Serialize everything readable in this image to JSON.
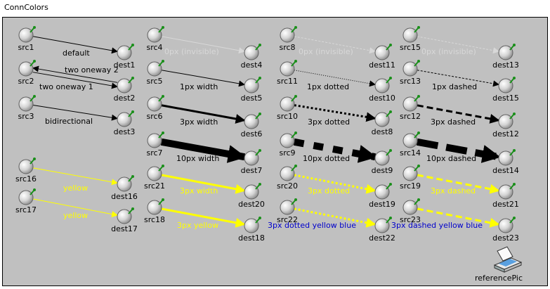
{
  "window": {
    "title": "ConnColors"
  },
  "colors": {
    "canvas_bg": "#c0c0c0",
    "black": "#000000",
    "yellow": "#ffff00",
    "blue": "#0000cc",
    "faint": "#d8d8d8"
  },
  "nodes": [
    {
      "id": "src1",
      "label": "src1"
    },
    {
      "id": "dest1",
      "label": "dest1"
    },
    {
      "id": "src2",
      "label": "src2"
    },
    {
      "id": "dest2",
      "label": "dest2"
    },
    {
      "id": "src3",
      "label": "src3"
    },
    {
      "id": "dest3",
      "label": "dest3"
    },
    {
      "id": "src16",
      "label": "src16"
    },
    {
      "id": "dest16",
      "label": "dest16"
    },
    {
      "id": "src17",
      "label": "src17"
    },
    {
      "id": "dest17",
      "label": "dest17"
    },
    {
      "id": "src4",
      "label": "src4"
    },
    {
      "id": "dest4",
      "label": "dest4"
    },
    {
      "id": "src5",
      "label": "src5"
    },
    {
      "id": "dest5",
      "label": "dest5"
    },
    {
      "id": "src6",
      "label": "src6"
    },
    {
      "id": "dest6",
      "label": "dest6"
    },
    {
      "id": "src7",
      "label": "src7"
    },
    {
      "id": "dest7",
      "label": "dest7"
    },
    {
      "id": "src21",
      "label": "src21"
    },
    {
      "id": "dest20",
      "label": "dest20"
    },
    {
      "id": "src18",
      "label": "src18"
    },
    {
      "id": "dest18",
      "label": "dest18"
    },
    {
      "id": "src8",
      "label": "src8"
    },
    {
      "id": "dest11",
      "label": "dest11"
    },
    {
      "id": "src11",
      "label": "src11"
    },
    {
      "id": "dest10",
      "label": "dest10"
    },
    {
      "id": "src10",
      "label": "src10"
    },
    {
      "id": "dest8",
      "label": "dest8"
    },
    {
      "id": "src9",
      "label": "src9"
    },
    {
      "id": "dest9",
      "label": "dest9"
    },
    {
      "id": "src20",
      "label": "src20"
    },
    {
      "id": "dest19",
      "label": "dest19"
    },
    {
      "id": "src22",
      "label": "src22"
    },
    {
      "id": "dest22",
      "label": "dest22"
    },
    {
      "id": "src15",
      "label": "src15"
    },
    {
      "id": "dest13",
      "label": "dest13"
    },
    {
      "id": "src13",
      "label": "src13"
    },
    {
      "id": "dest15",
      "label": "dest15"
    },
    {
      "id": "src12",
      "label": "src12"
    },
    {
      "id": "dest12",
      "label": "dest12"
    },
    {
      "id": "src14",
      "label": "src14"
    },
    {
      "id": "dest14",
      "label": "dest14"
    },
    {
      "id": "src19",
      "label": "src19"
    },
    {
      "id": "dest21",
      "label": "dest21"
    },
    {
      "id": "src23",
      "label": "src23"
    },
    {
      "id": "dest23",
      "label": "dest23"
    }
  ],
  "connections": [
    {
      "from": "src1",
      "to": "dest1",
      "label": "default",
      "color": "#000000",
      "width": 1,
      "style": "solid",
      "label_color": "#000000"
    },
    {
      "from": "dest2",
      "to": "src2",
      "label": "two oneway 2",
      "color": "#000000",
      "width": 1,
      "style": "solid",
      "label_color": "#000000"
    },
    {
      "from": "src2",
      "to": "dest2",
      "label": "two oneway 1",
      "color": "#000000",
      "width": 1,
      "style": "solid",
      "label_color": "#000000"
    },
    {
      "from": "src3",
      "to": "dest3",
      "label": "bidirectional",
      "color": "#000000",
      "width": 1,
      "style": "solid",
      "label_color": "#000000"
    },
    {
      "from": "src16",
      "to": "dest16",
      "label": "yellow",
      "color": "#ffff00",
      "width": 1,
      "style": "solid",
      "label_color": "#ffff00"
    },
    {
      "from": "src17",
      "to": "dest17",
      "label": "yellow",
      "color": "#ffff00",
      "width": 1,
      "style": "solid",
      "label_color": "#ffff00"
    },
    {
      "from": "src4",
      "to": "dest4",
      "label": "0px (invisible)",
      "color": "#d8d8d8",
      "width": 1,
      "style": "solid",
      "label_color": "#d8d8d8"
    },
    {
      "from": "src5",
      "to": "dest5",
      "label": "1px width",
      "color": "#000000",
      "width": 1,
      "style": "solid",
      "label_color": "#000000"
    },
    {
      "from": "src6",
      "to": "dest6",
      "label": "3px width",
      "color": "#000000",
      "width": 3,
      "style": "solid",
      "label_color": "#000000"
    },
    {
      "from": "src7",
      "to": "dest7",
      "label": "10px width",
      "color": "#000000",
      "width": 10,
      "style": "solid",
      "label_color": "#000000"
    },
    {
      "from": "src21",
      "to": "dest20",
      "label": "3px width",
      "color": "#ffff00",
      "width": 3,
      "style": "solid",
      "label_color": "#ffff00"
    },
    {
      "from": "src18",
      "to": "dest18",
      "label": "3px yellow",
      "color": "#ffff00",
      "width": 3,
      "style": "solid",
      "label_color": "#ffff00"
    },
    {
      "from": "src8",
      "to": "dest11",
      "label": "0px (invisible)",
      "color": "#d8d8d8",
      "width": 1,
      "style": "dashed",
      "label_color": "#d8d8d8"
    },
    {
      "from": "src11",
      "to": "dest10",
      "label": "1px dotted",
      "color": "#000000",
      "width": 1,
      "style": "dotted",
      "label_color": "#000000"
    },
    {
      "from": "src10",
      "to": "dest8",
      "label": "3px dotted",
      "color": "#000000",
      "width": 3,
      "style": "dotted",
      "label_color": "#000000"
    },
    {
      "from": "src9",
      "to": "dest9",
      "label": "10px dotted",
      "color": "#000000",
      "width": 10,
      "style": "dotted",
      "label_color": "#000000"
    },
    {
      "from": "src20",
      "to": "dest19",
      "label": "3px dotted",
      "color": "#ffff00",
      "width": 3,
      "style": "dotted",
      "label_color": "#ffff00"
    },
    {
      "from": "src22",
      "to": "dest22",
      "label": "3px dotted yellow blue",
      "color": "#ffff00",
      "width": 3,
      "style": "dotted",
      "label_color": "#0000cc"
    },
    {
      "from": "src15",
      "to": "dest13",
      "label": "0px (invisible)",
      "color": "#d8d8d8",
      "width": 1,
      "style": "dashed",
      "label_color": "#d8d8d8"
    },
    {
      "from": "src13",
      "to": "dest15",
      "label": "1px dashed",
      "color": "#000000",
      "width": 1,
      "style": "dashed",
      "label_color": "#000000"
    },
    {
      "from": "src12",
      "to": "dest12",
      "label": "3px dashed",
      "color": "#000000",
      "width": 3,
      "style": "dashed",
      "label_color": "#000000"
    },
    {
      "from": "src14",
      "to": "dest14",
      "label": "10px dashed",
      "color": "#000000",
      "width": 10,
      "style": "dashed",
      "label_color": "#000000"
    },
    {
      "from": "src19",
      "to": "dest21",
      "label": "3px dashed",
      "color": "#ffff00",
      "width": 3,
      "style": "dashed",
      "label_color": "#ffff00"
    },
    {
      "from": "src23",
      "to": "dest23",
      "label": "3px dashed yellow blue",
      "color": "#ffff00",
      "width": 3,
      "style": "dashed",
      "label_color": "#0000cc"
    }
  ],
  "reference": {
    "label": "referencePic",
    "icon": "scanner-icon"
  }
}
